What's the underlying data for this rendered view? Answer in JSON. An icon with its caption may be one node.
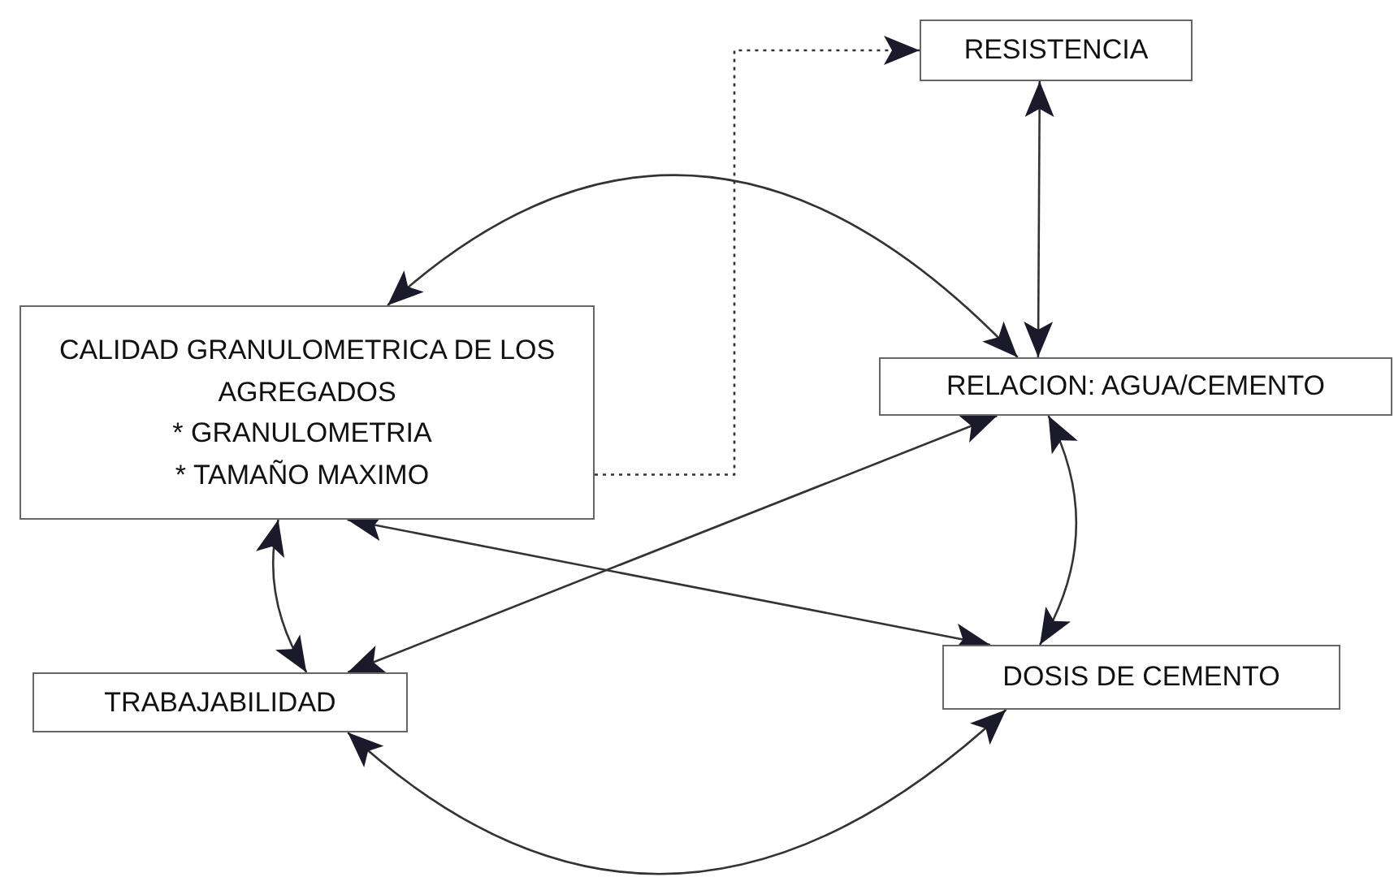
{
  "diagram": {
    "nodes": [
      {
        "text": [
          "RESISTENCIA"
        ]
      },
      {
        "text": [
          "CALIDAD GRANULOMETRICA DE LOS AGREGADOS",
          "* GRANULOMETRIA",
          "* TAMAÑO MAXIMO"
        ]
      },
      {
        "text": [
          "RELACION: AGUA/CEMENTO"
        ]
      },
      {
        "text": [
          "TRABAJABILIDAD"
        ]
      },
      {
        "text": [
          "DOSIS DE CEMENTO"
        ]
      }
    ],
    "edges": [
      {
        "from": 1,
        "to": 0,
        "arrow": "to",
        "style": "dashed"
      },
      {
        "from": 1,
        "to": 2,
        "arrow": "both"
      },
      {
        "from": 0,
        "to": 2,
        "arrow": "both"
      },
      {
        "from": 2,
        "to": 3,
        "arrow": "both"
      },
      {
        "from": 1,
        "to": 4,
        "arrow": "both"
      },
      {
        "from": 1,
        "to": 3,
        "arrow": "both"
      },
      {
        "from": 2,
        "to": 4,
        "arrow": "both"
      },
      {
        "from": 3,
        "to": 4,
        "arrow": "both"
      }
    ]
  }
}
